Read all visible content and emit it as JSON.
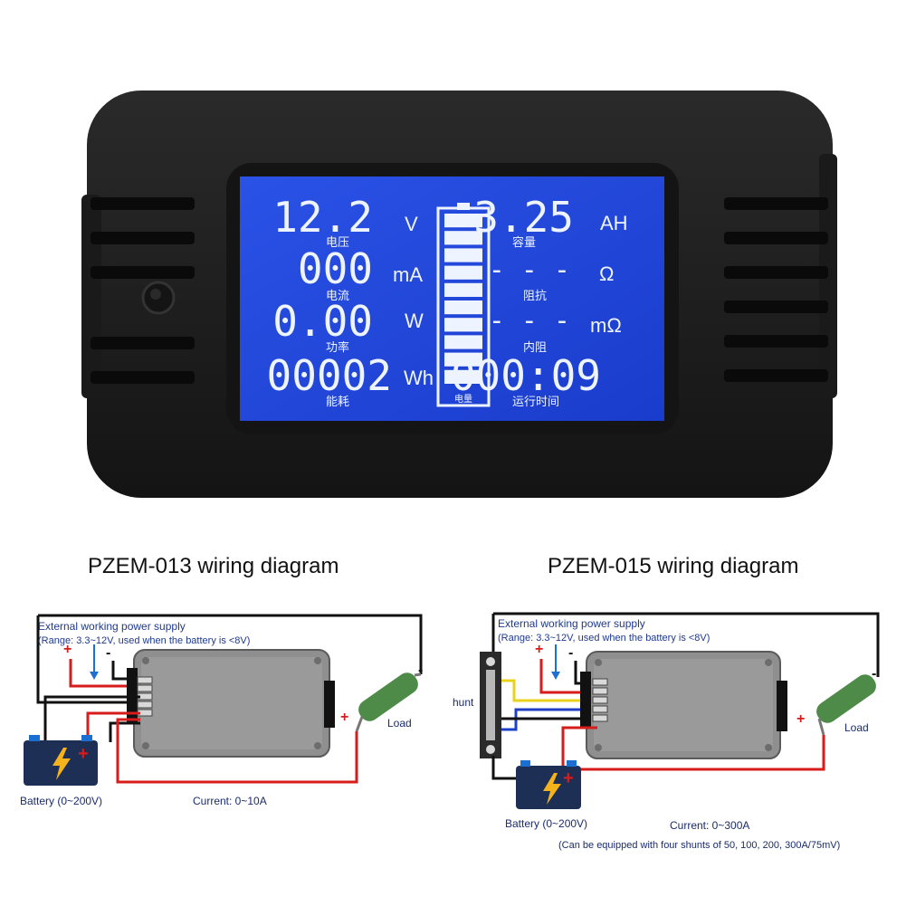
{
  "device": {
    "readings": [
      {
        "value": "12.2",
        "unit": "V",
        "caption": "电压"
      },
      {
        "value": "000",
        "unit": "mA",
        "caption": "电流"
      },
      {
        "value": "0.00",
        "unit": "W",
        "caption": "功率"
      },
      {
        "value": "00002",
        "unit": "Wh",
        "caption": "能耗"
      }
    ],
    "right_readings": [
      {
        "value": "3.25",
        "unit": "AH",
        "caption": "容量"
      },
      {
        "value": "- - -",
        "unit": "Ω",
        "caption": "阻抗"
      },
      {
        "value": "- - -",
        "unit": "mΩ",
        "caption": "内阻"
      },
      {
        "value": "000:09",
        "unit": "",
        "caption": "运行时间"
      }
    ],
    "battery_gauge_label": "电量",
    "battery_segments": 10,
    "colors": {
      "lcd": "#2046d8",
      "case": "#1c1c1c"
    }
  },
  "diagram_013": {
    "title": "PZEM-013 wiring diagram",
    "supply_label": "External working power supply",
    "supply_range": "(Range: 3.3~12V, used when the battery is <8V)",
    "battery_label": "Battery (0~200V)",
    "current_label": "Current: 0~10A",
    "load_label": "Load",
    "plus": "+",
    "minus": "-"
  },
  "diagram_015": {
    "title": "PZEM-015 wiring diagram",
    "supply_label": "External working power supply",
    "supply_range": "(Range: 3.3~12V, used when the battery is <8V)",
    "shunt_label": "Shunt",
    "battery_label": "Battery (0~200V)",
    "current_label": "Current: 0~300A",
    "note": "(Can be equipped with four shunts of 50, 100, 200, 300A/75mV)",
    "load_label": "Load",
    "plus": "+",
    "minus": "-"
  }
}
